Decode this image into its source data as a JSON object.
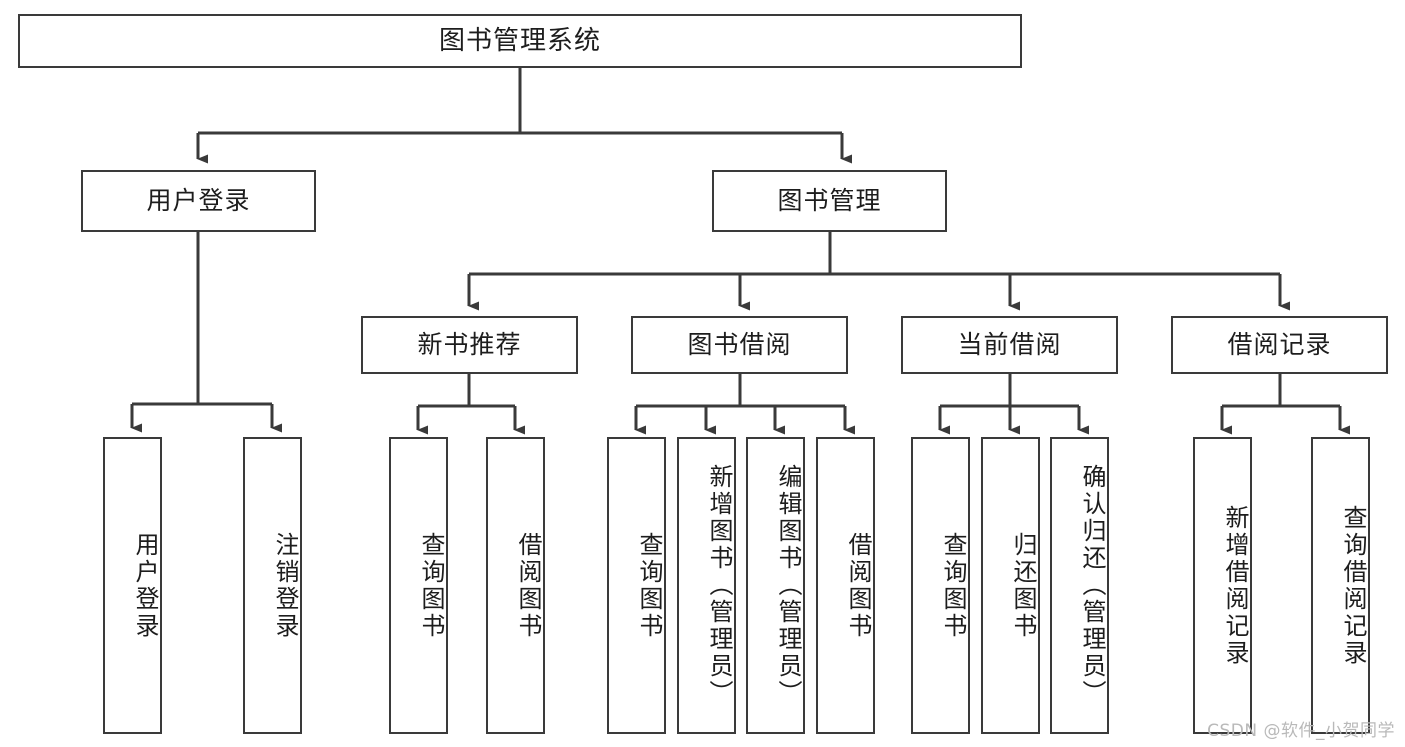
{
  "diagram": {
    "title": "图书管理系统",
    "type": "functional-structure-tree",
    "watermark": "CSDN @软件_小贺同学",
    "colors": {
      "background": "#ffffff",
      "box_border": "#3a3a3a",
      "box_fill": "#ffffff",
      "edge": "#3a3a3a",
      "text": "#1d1d1d",
      "watermark": "#b9b9b9"
    },
    "levels": {
      "root": {
        "label": "图书管理系统"
      },
      "level2": [
        {
          "id": "user-login",
          "label": "用户登录"
        },
        {
          "id": "book-management",
          "label": "图书管理"
        }
      ],
      "level3": [
        {
          "id": "new-book-recommend",
          "label": "新书推荐"
        },
        {
          "id": "book-borrow",
          "label": "图书借阅"
        },
        {
          "id": "current-borrow",
          "label": "当前借阅"
        },
        {
          "id": "borrow-record",
          "label": "借阅记录"
        }
      ],
      "leaves": {
        "user_login": [
          {
            "id": "leaf-user-login",
            "label": "用户登录"
          },
          {
            "id": "leaf-logout",
            "label": "注销登录"
          }
        ],
        "new_book_recommend": [
          {
            "id": "leaf-query-book-1",
            "label": "查询图书"
          },
          {
            "id": "leaf-borrow-book-1",
            "label": "借阅图书"
          }
        ],
        "book_borrow": [
          {
            "id": "leaf-query-book-2",
            "label": "查询图书"
          },
          {
            "id": "leaf-add-book",
            "label": "新增图书（管理员）"
          },
          {
            "id": "leaf-edit-book",
            "label": "编辑图书（管理员）"
          },
          {
            "id": "leaf-borrow-book-2",
            "label": "借阅图书"
          }
        ],
        "current_borrow": [
          {
            "id": "leaf-query-book-3",
            "label": "查询图书"
          },
          {
            "id": "leaf-return-book",
            "label": "归还图书"
          },
          {
            "id": "leaf-confirm-return",
            "label": "确认归还（管理员）"
          }
        ],
        "borrow_record": [
          {
            "id": "leaf-add-record",
            "label": "新增借阅记录"
          },
          {
            "id": "leaf-query-record",
            "label": "查询借阅记录"
          }
        ]
      }
    }
  }
}
